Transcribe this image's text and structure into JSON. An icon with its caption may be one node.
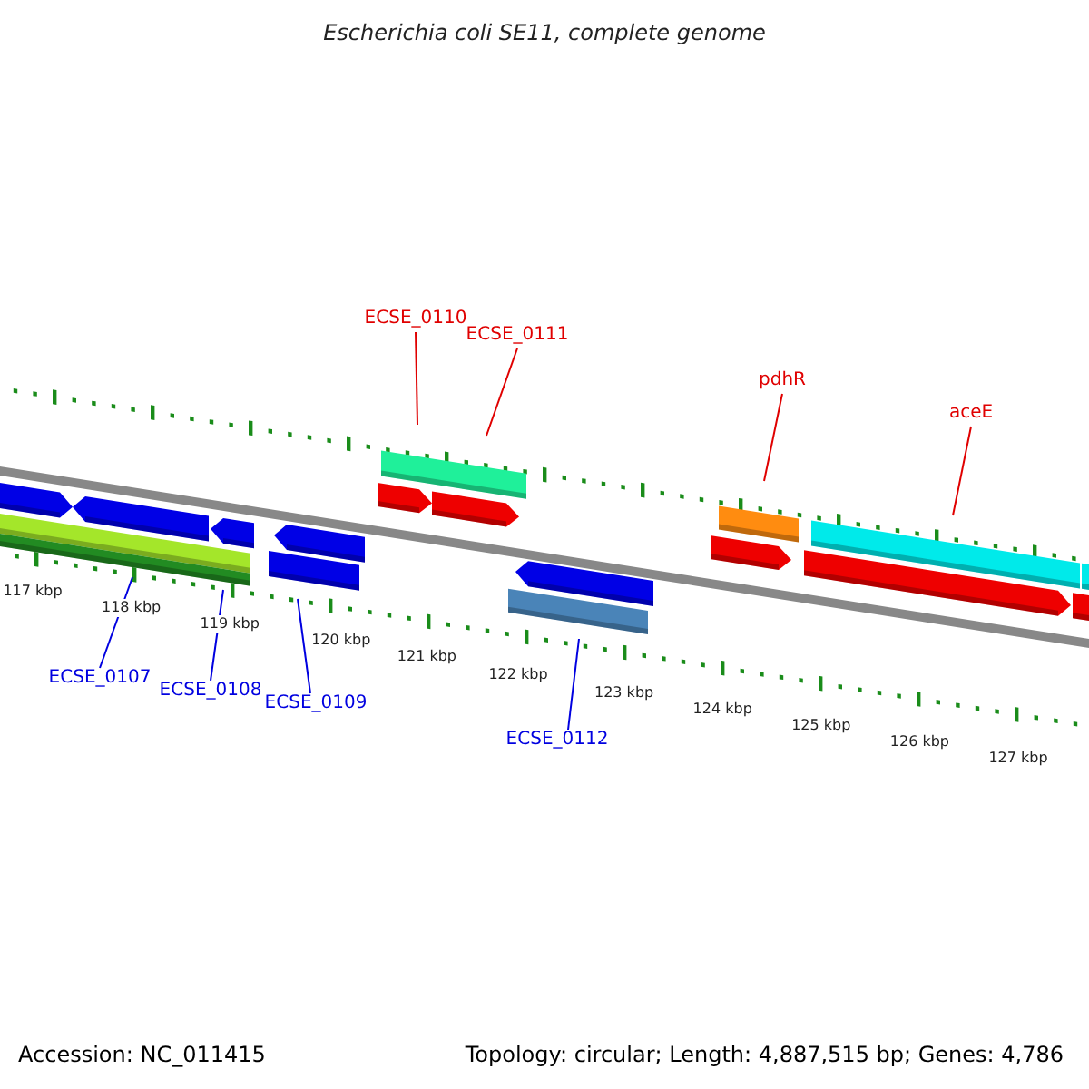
{
  "diagram": {
    "title": "Escherichia coli SE11, complete genome",
    "nodes": [
      {
        "text": [
          "ECSE_0110"
        ]
      },
      {
        "text": [
          "ECSE_0111"
        ]
      },
      {
        "text": [
          "pdhR"
        ]
      },
      {
        "text": [
          "aceE"
        ]
      },
      {
        "text": [
          "ECSE_0107"
        ]
      },
      {
        "text": [
          "ECSE_0108"
        ]
      },
      {
        "text": [
          "ECSE_0109"
        ]
      },
      {
        "text": [
          "ECSE_0112"
        ]
      }
    ],
    "edges": [
      {
        "from": 0,
        "to": null,
        "arrow": "none"
      },
      {
        "from": 1,
        "to": null,
        "arrow": "none"
      },
      {
        "from": 2,
        "to": null,
        "arrow": "none"
      },
      {
        "from": 3,
        "to": null,
        "arrow": "none"
      },
      {
        "from": 4,
        "to": null,
        "arrow": "none",
        "color": "#0000e0"
      },
      {
        "from": 5,
        "to": null,
        "arrow": "none",
        "color": "#0000e0"
      },
      {
        "from": 6,
        "to": null,
        "arrow": "none",
        "color": "#0000e0"
      },
      {
        "from": 7,
        "to": null,
        "arrow": "none",
        "color": "#0000e0"
      }
    ],
    "labels": [
      "117 kbp",
      "118 kbp",
      "119 kbp",
      "120 kbp",
      "121 kbp",
      "122 kbp",
      "123 kbp",
      "124 kbp",
      "125 kbp",
      "126 kbp",
      "127 kbp",
      "Accession: NC_011415",
      "Topology: circular; Length: 4,887,515 bp; Genes: 4,786"
    ]
  }
}
